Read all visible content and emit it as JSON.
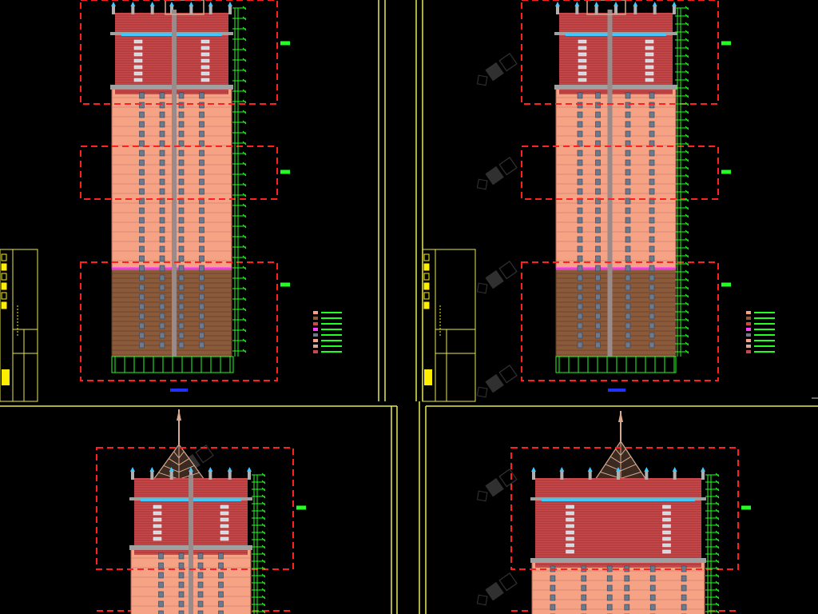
{
  "canvas": {
    "background": "#000000"
  },
  "palette": {
    "frame": "#e8e850",
    "zone": "#ff2020",
    "dimension": "#22ff22",
    "tower_body": "#f5a285",
    "tower_red": "#c9484a",
    "brick_line": "#7a1f22",
    "base": "#8a5a3a",
    "window": "#6c7a8c",
    "ornament": "#d8a890",
    "magenta": "#ff40ff",
    "cyan": "#40c8ff",
    "title_yellow": "#ffee00",
    "blue": "#2030ff",
    "watermark": "#3c3c3c"
  },
  "sheets": [
    {
      "id": "top-left",
      "view": "front-elevation",
      "zones": 3
    },
    {
      "id": "top-right",
      "view": "side-elevation",
      "zones": 3
    },
    {
      "id": "bottom-left",
      "view": "crown-detail-front",
      "zones": 1
    },
    {
      "id": "bottom-right",
      "view": "crown-detail-side",
      "zones": 1
    }
  ],
  "icons": {
    "watermark": "watermark-logo-icon"
  }
}
